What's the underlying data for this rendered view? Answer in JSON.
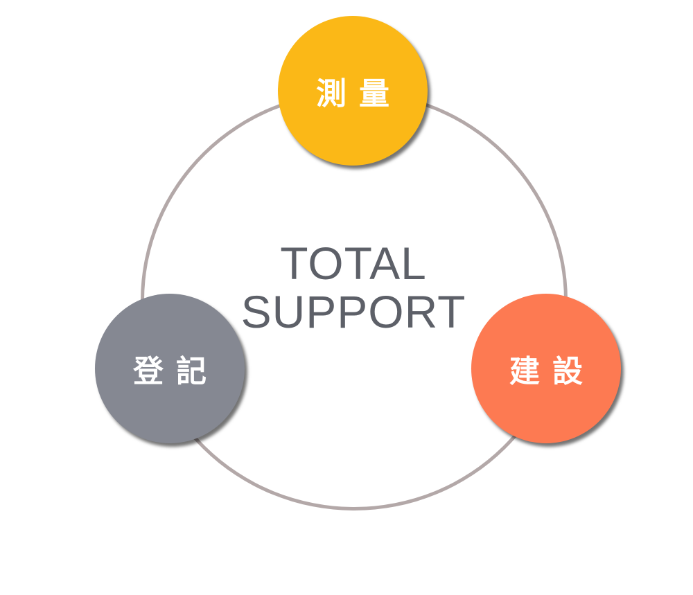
{
  "diagram": {
    "center": {
      "line1": "TOTAL",
      "line2": "SUPPORT"
    },
    "nodes": {
      "survey": {
        "label": "測量",
        "color": "#fbb817"
      },
      "registry": {
        "label": "登記",
        "color": "#858892"
      },
      "construction": {
        "label": "建設",
        "color": "#fd7a52"
      }
    },
    "ring_color": "#b3a8a8"
  }
}
